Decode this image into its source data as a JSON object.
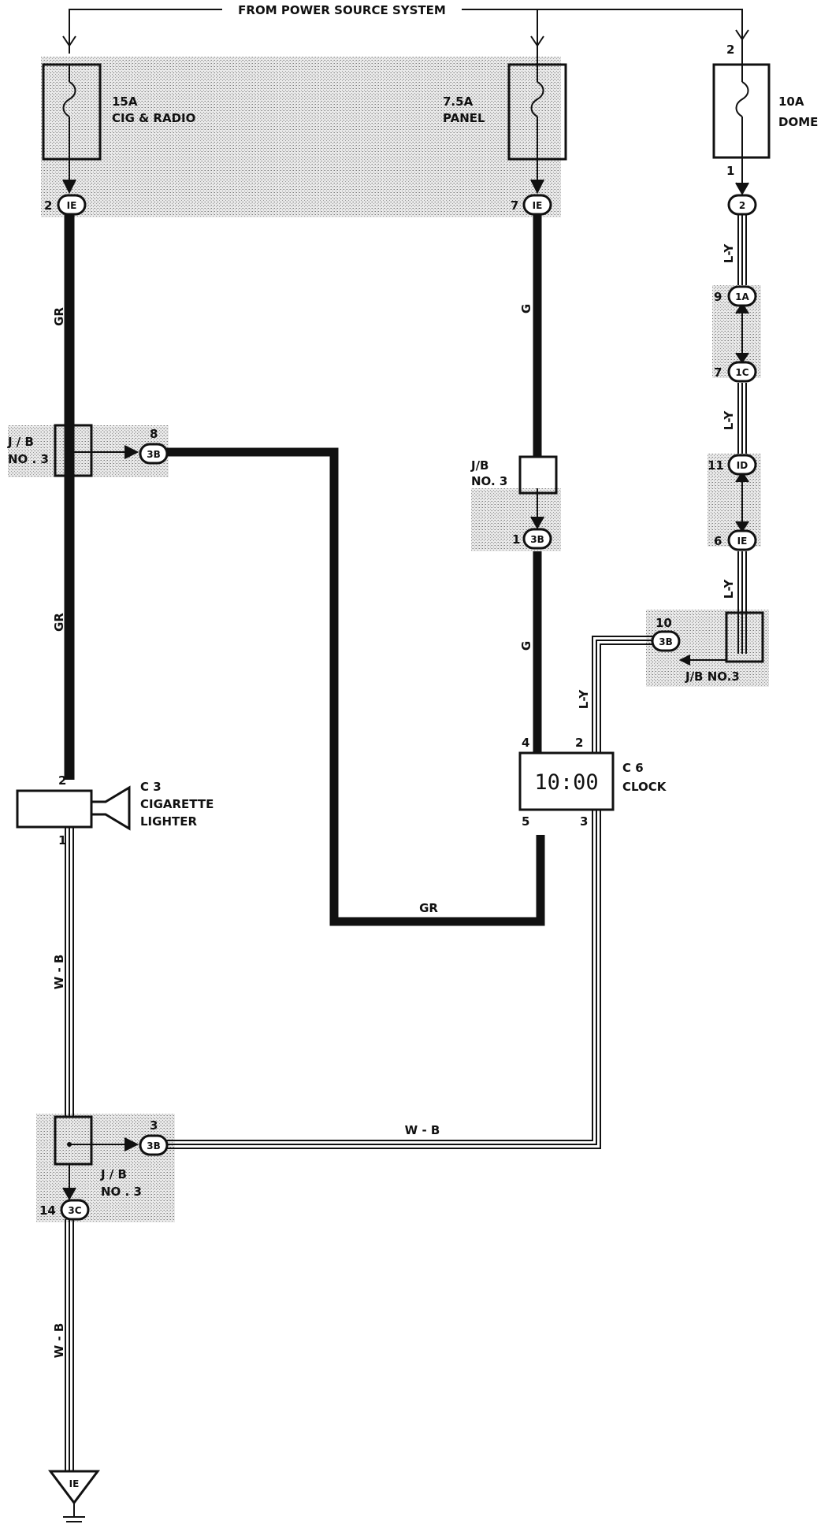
{
  "header": {
    "title": "FROM POWER SOURCE SYSTEM"
  },
  "fuses": [
    {
      "id": "fuse-cig",
      "amp": "15A",
      "name": "CIG & RADIO",
      "in_pin": "",
      "out_pin": ""
    },
    {
      "id": "fuse-panel",
      "amp": "7.5A",
      "name": "PANEL",
      "in_pin": "",
      "out_pin": ""
    },
    {
      "id": "fuse-dome",
      "amp": "10A",
      "name": "DOME",
      "in_pin": "2",
      "out_pin": "1"
    }
  ],
  "connectors": {
    "c_ie_left": {
      "code": "IE",
      "pin": "2"
    },
    "c_ie_mid": {
      "code": "IE",
      "pin": "7"
    },
    "c_2_right": {
      "code": "2",
      "pin": ""
    },
    "c_1a": {
      "code": "1A",
      "pin": "9"
    },
    "c_1c": {
      "code": "1C",
      "pin": "7"
    },
    "c_id": {
      "code": "ID",
      "pin": "11"
    },
    "c_ie_right": {
      "code": "IE",
      "pin": "6"
    },
    "c_3b_right": {
      "code": "3B",
      "pin": "10"
    },
    "c_3b_upper": {
      "code": "3B",
      "pin": "8"
    },
    "c_3b_mid": {
      "code": "3B",
      "pin": "1"
    },
    "c_3b_lower": {
      "code": "3B",
      "pin": "3"
    },
    "c_3c": {
      "code": "3C",
      "pin": "14"
    }
  },
  "junction_blocks": {
    "left_upper": {
      "line1": "J / B",
      "line2": "NO . 3"
    },
    "middle": {
      "line1": "J/B",
      "line2": "NO. 3"
    },
    "right": {
      "label": "J/B  NO.3"
    },
    "left_lower": {
      "line1": "J / B",
      "line2": "NO . 3"
    }
  },
  "wire_labels": {
    "gr_1": "GR",
    "gr_2": "GR",
    "gr_bottom": "GR",
    "g_1": "G",
    "g_2": "G",
    "ly_1": "L-Y",
    "ly_2": "L-Y",
    "ly_3": "L-Y",
    "ly_4": "L-Y",
    "wb_1": "W - B",
    "wb_horizontal": "W - B",
    "wb_2": "W - B"
  },
  "components": {
    "lighter": {
      "ref": "C 3",
      "line1": "CIGARETTE",
      "line2": "LIGHTER",
      "pin_top": "2",
      "pin_bottom": "1"
    },
    "clock": {
      "ref": "C 6",
      "name": "CLOCK",
      "display": "10:00",
      "pin_4": "4",
      "pin_2": "2",
      "pin_5": "5",
      "pin_3": "3"
    }
  },
  "ground": {
    "code": "IE"
  }
}
